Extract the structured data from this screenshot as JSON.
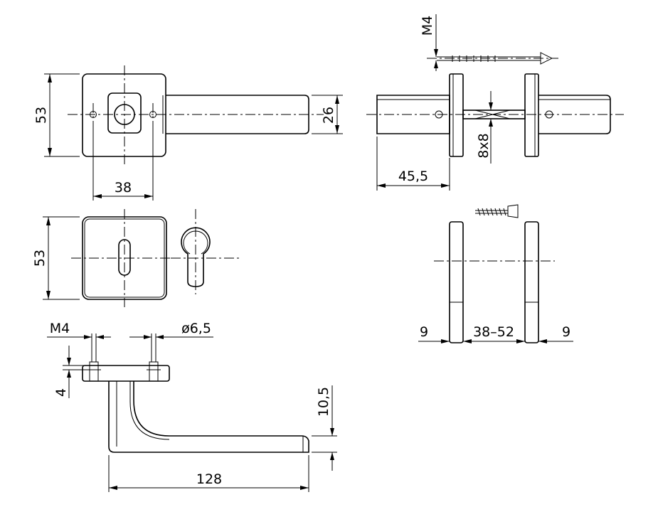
{
  "drawing": {
    "front_view": {
      "height_dim": "53",
      "lever_height_dim": "26",
      "screw_spacing_dim": "38"
    },
    "escutcheon_view": {
      "height_dim": "53"
    },
    "side_view": {
      "thread_dim": "M4",
      "hole_dim": "ø6,5",
      "rose_thickness_dim": "4",
      "lever_thickness_dim": "10,5",
      "lever_length_dim": "128"
    },
    "top_view": {
      "thread_dim": "M4",
      "spindle_dim": "8x8",
      "projection_dim": "45,5"
    },
    "door_section": {
      "left_rose_dim": "9",
      "door_thickness_dim": "38–52",
      "right_rose_dim": "9"
    }
  }
}
